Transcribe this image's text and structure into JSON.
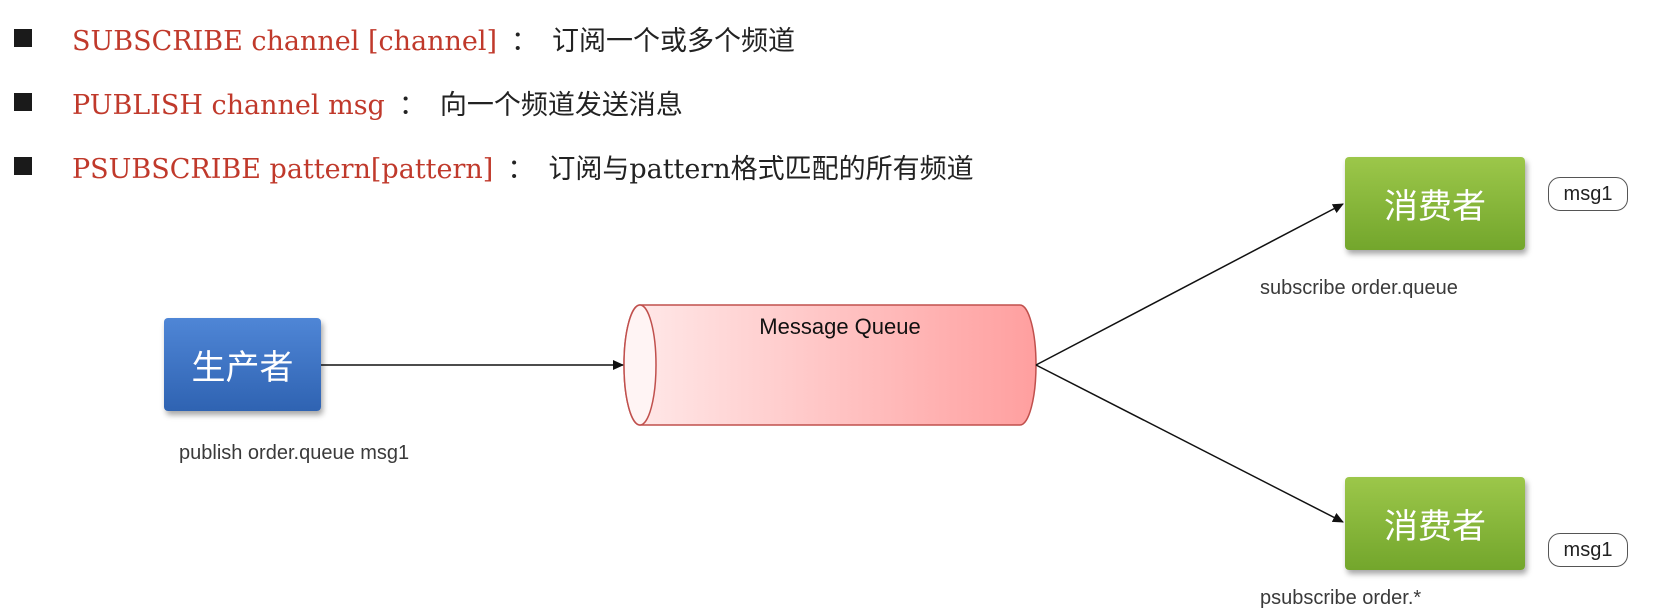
{
  "bullets": [
    {
      "command": "SUBSCRIBE channel [channel]",
      "separator": "：",
      "description": "订阅一个或多个频道"
    },
    {
      "command": "PUBLISH channel msg",
      "separator": "：",
      "description": "向一个频道发送消息"
    },
    {
      "command": "PSUBSCRIBE pattern[pattern]",
      "separator": "：",
      "description": "订阅与pattern格式匹配的所有频道"
    }
  ],
  "producer": {
    "label": "生产者",
    "caption": "publish order.queue msg1"
  },
  "queue": {
    "label": "Message Queue"
  },
  "consumers": [
    {
      "label": "消费者",
      "caption": "subscribe order.queue",
      "message": "msg1"
    },
    {
      "label": "消费者",
      "caption": "psubscribe order.*",
      "message": "msg1"
    }
  ],
  "colors": {
    "command_text": "#c0392b",
    "producer_box": "#3b73c4",
    "consumer_box": "#86b83b",
    "queue_fill": "#ffb3b3",
    "queue_border": "#c0504d"
  }
}
